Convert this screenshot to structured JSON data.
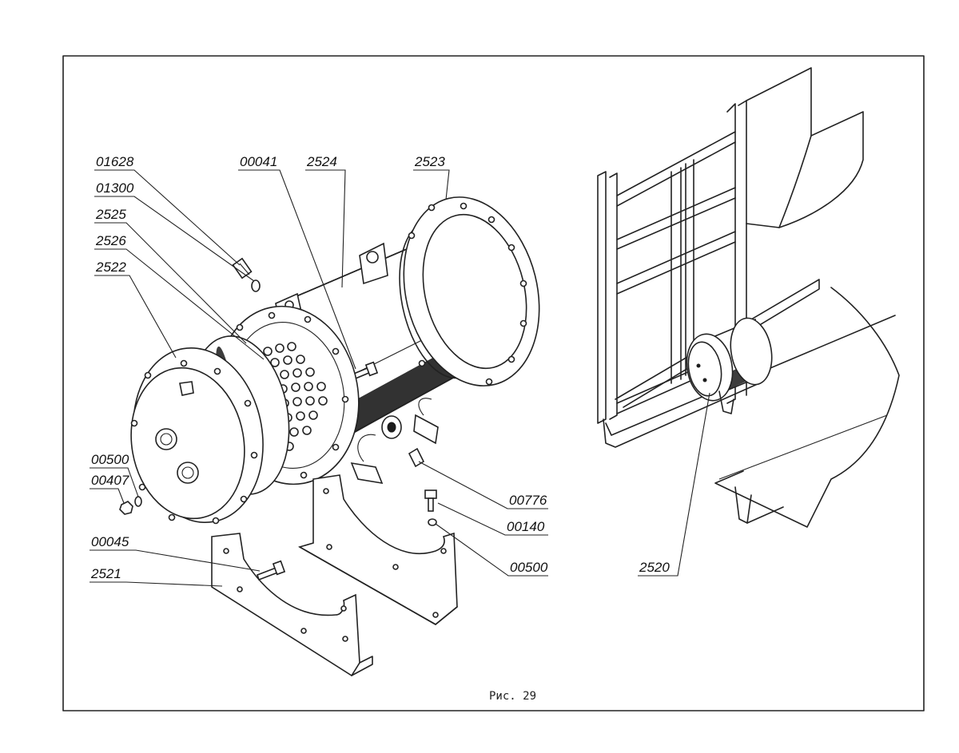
{
  "caption": "Рис. 29",
  "colors": {
    "ink": "#222222",
    "paper": "#ffffff"
  },
  "callouts": [
    {
      "id": "c01628",
      "text": "01628"
    },
    {
      "id": "c01300",
      "text": "01300"
    },
    {
      "id": "c2525",
      "text": "2525"
    },
    {
      "id": "c2526",
      "text": "2526"
    },
    {
      "id": "c2522",
      "text": "2522"
    },
    {
      "id": "c00041",
      "text": "00041"
    },
    {
      "id": "c2524",
      "text": "2524"
    },
    {
      "id": "c2523",
      "text": "2523"
    },
    {
      "id": "c00500a",
      "text": "00500"
    },
    {
      "id": "c00407",
      "text": "00407"
    },
    {
      "id": "c00045",
      "text": "00045"
    },
    {
      "id": "c2521",
      "text": "2521"
    },
    {
      "id": "c00776",
      "text": "00776"
    },
    {
      "id": "c00140",
      "text": "00140"
    },
    {
      "id": "c00500b",
      "text": "00500"
    },
    {
      "id": "c2520",
      "text": "2520"
    }
  ]
}
